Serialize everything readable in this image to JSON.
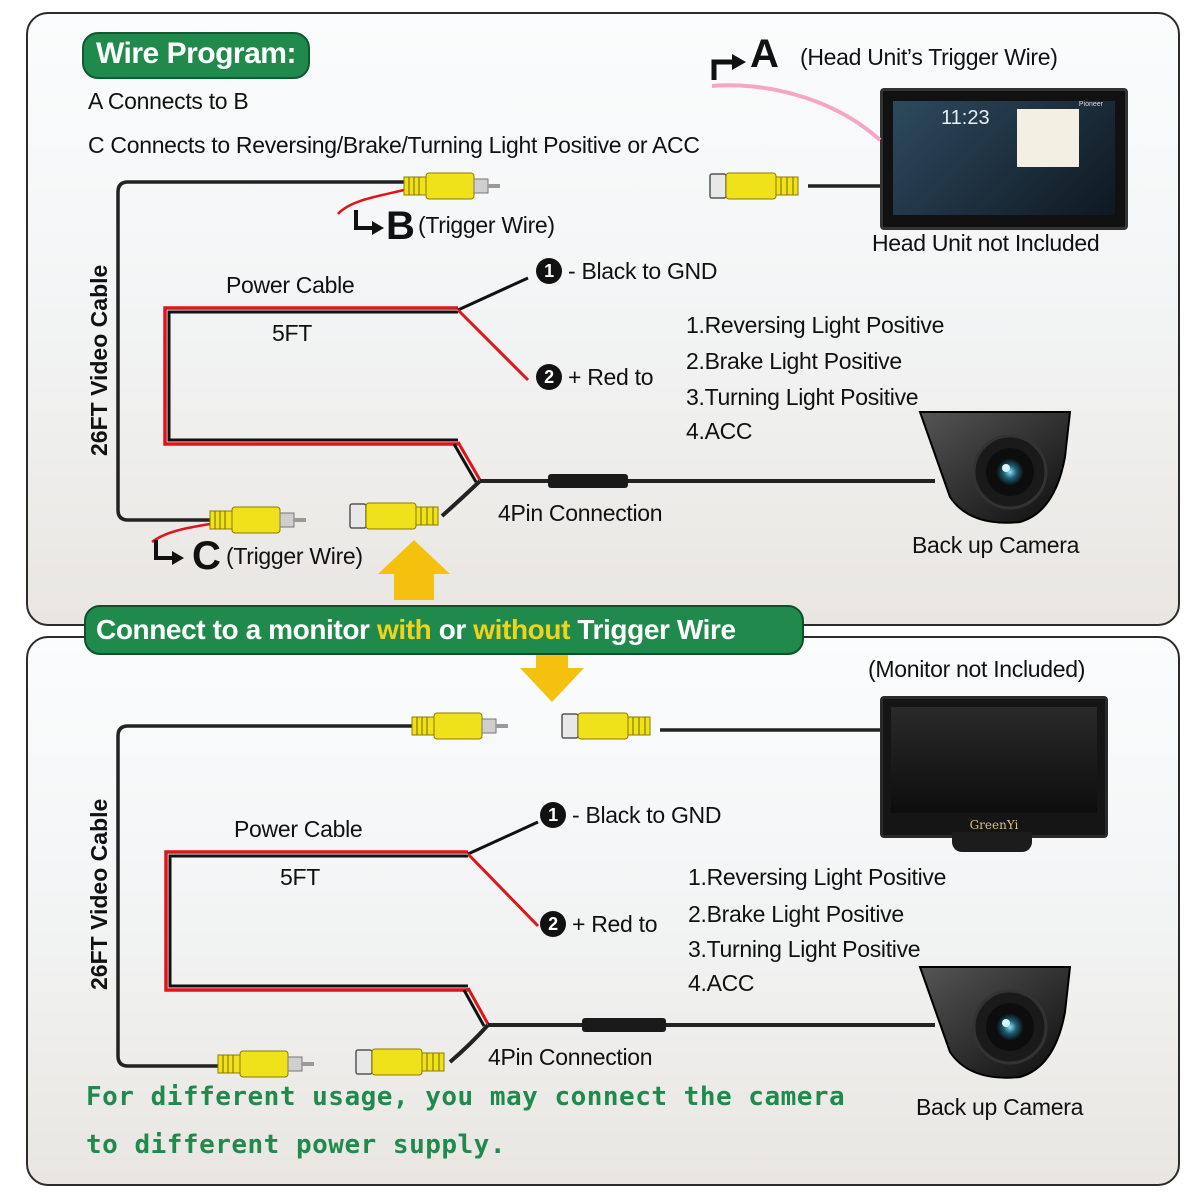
{
  "colors": {
    "panel_border": "#2b2b2b",
    "green": "#1f8a4c",
    "highlight_yellow": "#f2d31b",
    "rca_yellow": "#f0e21a",
    "power_red": "#e0141b",
    "trigger_pink": "#f4a6c4",
    "arrow_yellow": "#f4c10f"
  },
  "icons": {
    "rca_plug": "rca-plug-icon",
    "rca_jack": "rca-jack-icon",
    "camera": "backup-camera-icon",
    "head_unit": "head-unit-icon",
    "monitor": "monitor-icon",
    "arrow": "arrow-icon"
  },
  "top": {
    "badge": "Wire Program:",
    "line1": "A Connects to B",
    "line2": "C Connects to Reversing/Brake/Turning Light Positive or ACC",
    "letter_a": "A",
    "head_trigger": "(Head Unit’s Trigger Wire)",
    "head_unit_clock": "11:23",
    "head_unit_brand": "Pioneer",
    "head_unit_note": "Head Unit not Included",
    "letter_b": "B",
    "trigger_b": "(Trigger Wire)",
    "video_cable": "26FT Video Cable",
    "power_cable": "Power Cable",
    "length": "5FT",
    "black_num": "1",
    "black_label": "- Black to GND",
    "red_num": "2",
    "red_label": "+ Red to",
    "options": [
      "1.Reversing Light Positive",
      "2.Brake Light Positive",
      "3.Turning Light Positive",
      "4.ACC"
    ],
    "pin": "4Pin Connection",
    "camera": "Back up Camera",
    "letter_c": "C",
    "trigger_c": "(Trigger Wire)"
  },
  "banner": {
    "part1": "Connect to a monitor ",
    "with": "with",
    "part2": " or ",
    "without": "without",
    "part3": " Trigger Wire"
  },
  "bottom": {
    "monitor_note": "(Monitor not Included)",
    "monitor_brand": "GreenYi",
    "video_cable": "26FT Video Cable",
    "power_cable": "Power Cable",
    "length": "5FT",
    "black_num": "1",
    "black_label": "- Black to GND",
    "red_num": "2",
    "red_label": "+ Red to",
    "options": [
      "1.Reversing Light Positive",
      "2.Brake Light Positive",
      "3.Turning Light Positive",
      "4.ACC"
    ],
    "pin": "4Pin Connection",
    "camera": "Back up Camera",
    "note_line1": "For different usage, you may connect the camera",
    "note_line2": "to different power supply."
  }
}
